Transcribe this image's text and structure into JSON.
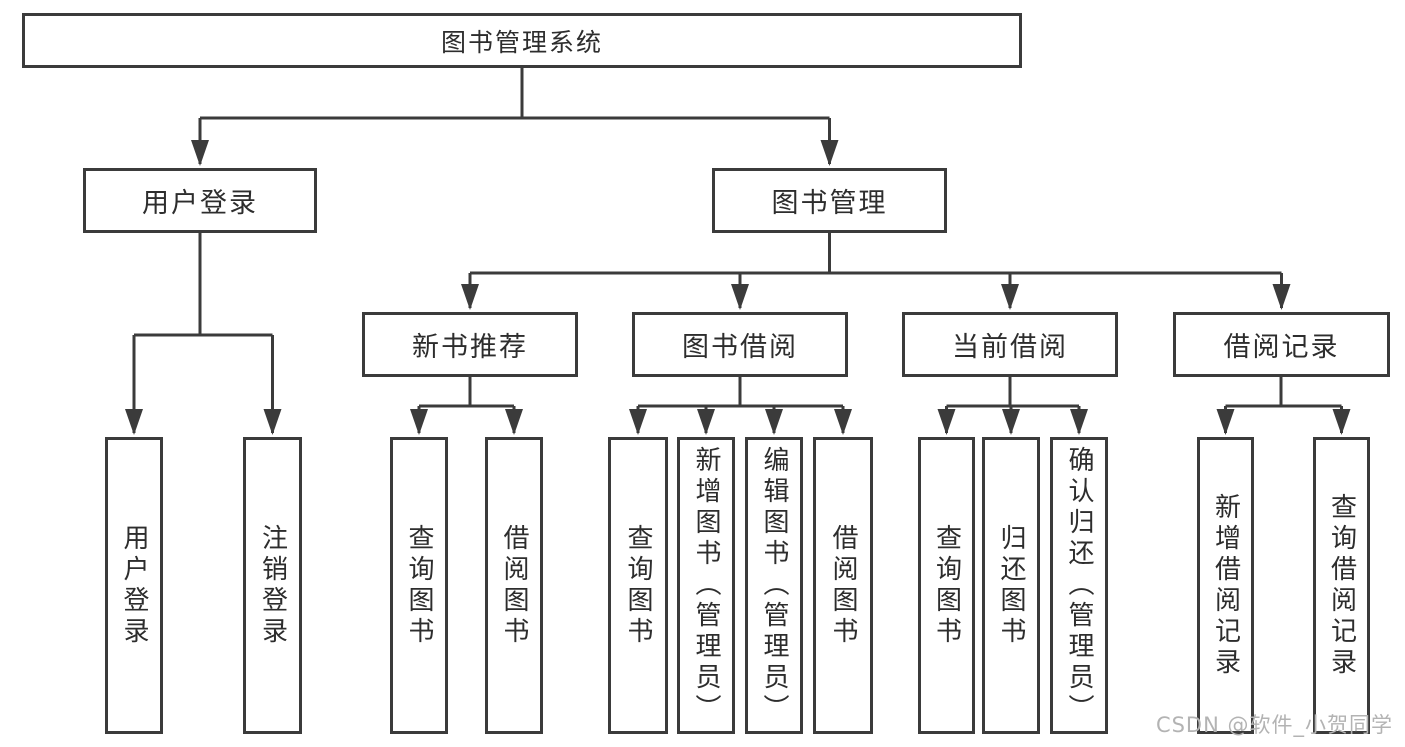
{
  "diagram": {
    "root": {
      "label": "图书管理系统"
    },
    "branches": [
      {
        "label": "用户登录",
        "children": [
          {
            "label": "用户登录"
          },
          {
            "label": "注销登录"
          }
        ]
      },
      {
        "label": "图书管理",
        "children": [
          {
            "label": "新书推荐",
            "children": [
              {
                "label": "查询图书"
              },
              {
                "label": "借阅图书"
              }
            ]
          },
          {
            "label": "图书借阅",
            "children": [
              {
                "label": "查询图书"
              },
              {
                "label": "新增图书（管理员）"
              },
              {
                "label": "编辑图书（管理员）"
              },
              {
                "label": "借阅图书"
              }
            ]
          },
          {
            "label": "当前借阅",
            "children": [
              {
                "label": "查询图书"
              },
              {
                "label": "归还图书"
              },
              {
                "label": "确认归还（管理员）"
              }
            ]
          },
          {
            "label": "借阅记录",
            "children": [
              {
                "label": "新增借阅记录"
              },
              {
                "label": "查询借阅记录"
              }
            ]
          }
        ]
      }
    ],
    "watermark": "CSDN @软件_小贺同学",
    "colors": {
      "line": "#3b3b3b",
      "text": "#2d2d2d",
      "background": "#ffffff",
      "watermark": "#b3b3b3"
    }
  }
}
